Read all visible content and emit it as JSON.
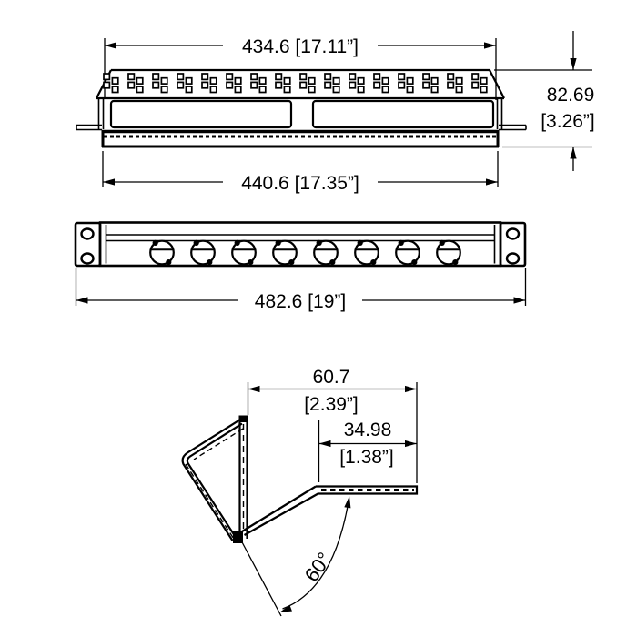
{
  "drawing": {
    "type": "technical-dimension-drawing",
    "subject": "19-inch 1U angled rack panel with 8 D-series connector holes",
    "colors": {
      "ink": "#000000",
      "background": "#ffffff"
    },
    "top_view": {
      "width_top": "434.6 [17.11”]",
      "width_overall": "440.6 [17.35”]",
      "height_mm": "82.69",
      "height_in": "[3.26”]"
    },
    "front_view": {
      "width_rack": "482.6 [19”]",
      "connector_count": 8,
      "mounting_hole_count": 4
    },
    "side_view": {
      "depth_mm": "60.7",
      "depth_in": "[2.39”]",
      "shelf_mm": "34.98",
      "shelf_in": "[1.38”]",
      "angle": "60°"
    }
  }
}
